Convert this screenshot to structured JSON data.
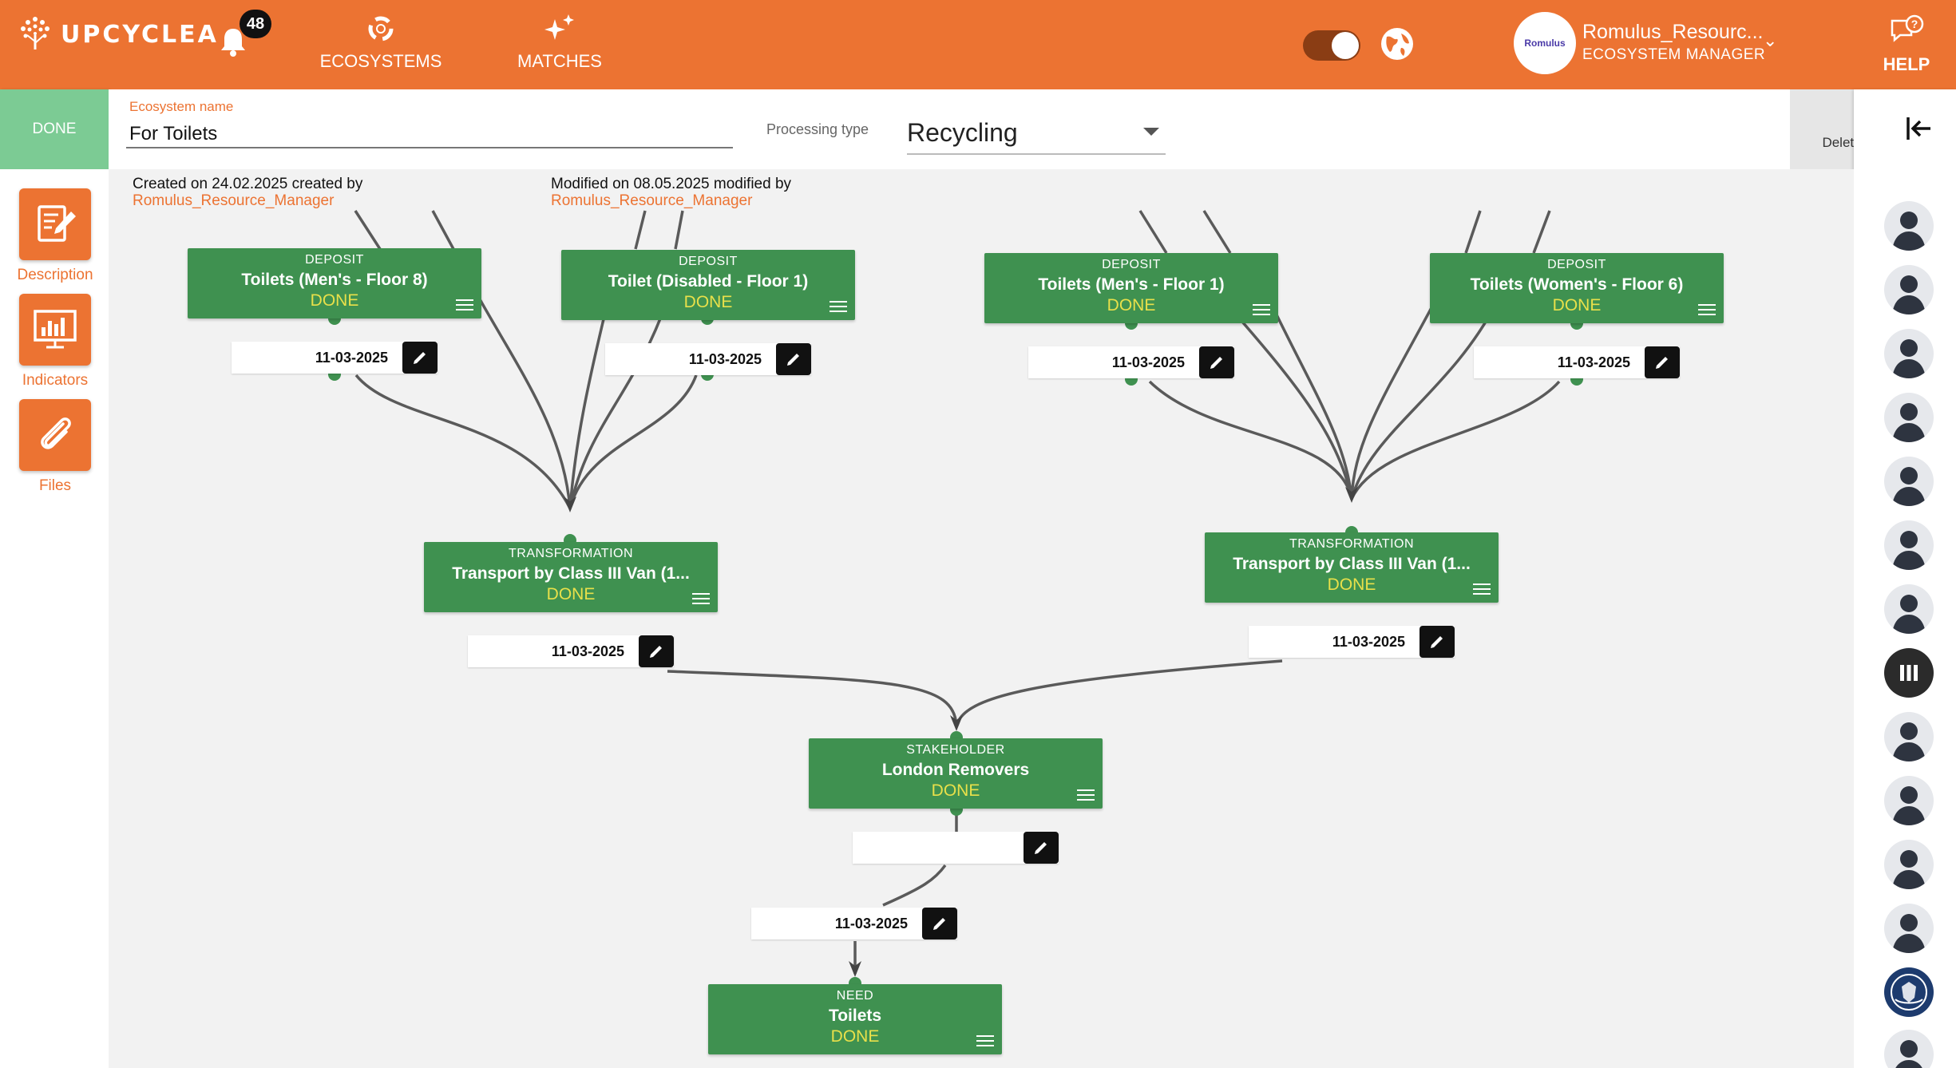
{
  "app": {
    "logo_text": "UPCYCLEA",
    "notification_count": "48",
    "nav": {
      "ecosystems": "ECOSYSTEMS",
      "matches": "MATCHES"
    },
    "user": {
      "avatar_text": "Romulus",
      "name": "Romulus_Resourc...",
      "role": "ECOSYSTEM MANAGER"
    },
    "help": "HELP",
    "accent_color": "#ec7332",
    "node_color": "#3f9150",
    "status_color": "#e8e04a"
  },
  "sidebar": {
    "status": "DONE",
    "tools": [
      {
        "label": "Description",
        "icon": "description-icon"
      },
      {
        "label": "Indicators",
        "icon": "indicators-icon"
      },
      {
        "label": "Files",
        "icon": "paperclip-icon"
      }
    ]
  },
  "header": {
    "ecosystem_name_label": "Ecosystem name",
    "ecosystem_name": "For Toilets",
    "processing_type_label": "Processing type",
    "processing_type": "Recycling",
    "delete_label": "Delete ecosystem"
  },
  "meta": {
    "created_text": "Created on 24.02.2025 created by",
    "created_by": "Romulus_Resource_Manager",
    "modified_text": "Modified on 08.05.2025 modified by",
    "modified_by": "Romulus_Resource_Manager"
  },
  "nodes": {
    "d1": {
      "type": "DEPOSIT",
      "title": "Toilets (Men's - Floor 8)",
      "status": "DONE"
    },
    "d2": {
      "type": "DEPOSIT",
      "title": "Toilet (Disabled - Floor 1)",
      "status": "DONE"
    },
    "d3": {
      "type": "DEPOSIT",
      "title": "Toilets (Men's - Floor 1)",
      "status": "DONE"
    },
    "d4": {
      "type": "DEPOSIT",
      "title": "Toilets (Women's - Floor 6)",
      "status": "DONE"
    },
    "t1": {
      "type": "TRANSFORMATION",
      "title": "Transport by Class III Van (1...",
      "status": "DONE"
    },
    "t2": {
      "type": "TRANSFORMATION",
      "title": "Transport by Class III Van (1...",
      "status": "DONE"
    },
    "s1": {
      "type": "STAKEHOLDER",
      "title": "London Removers",
      "status": "DONE"
    },
    "n1": {
      "type": "NEED",
      "title": "Toilets",
      "status": "DONE"
    }
  },
  "dates": {
    "d1": "11-03-2025",
    "d2": "11-03-2025",
    "d3": "11-03-2025",
    "d4": "11-03-2025",
    "t1": "11-03-2025",
    "t2": "11-03-2025",
    "s1": "",
    "s2": "11-03-2025"
  }
}
